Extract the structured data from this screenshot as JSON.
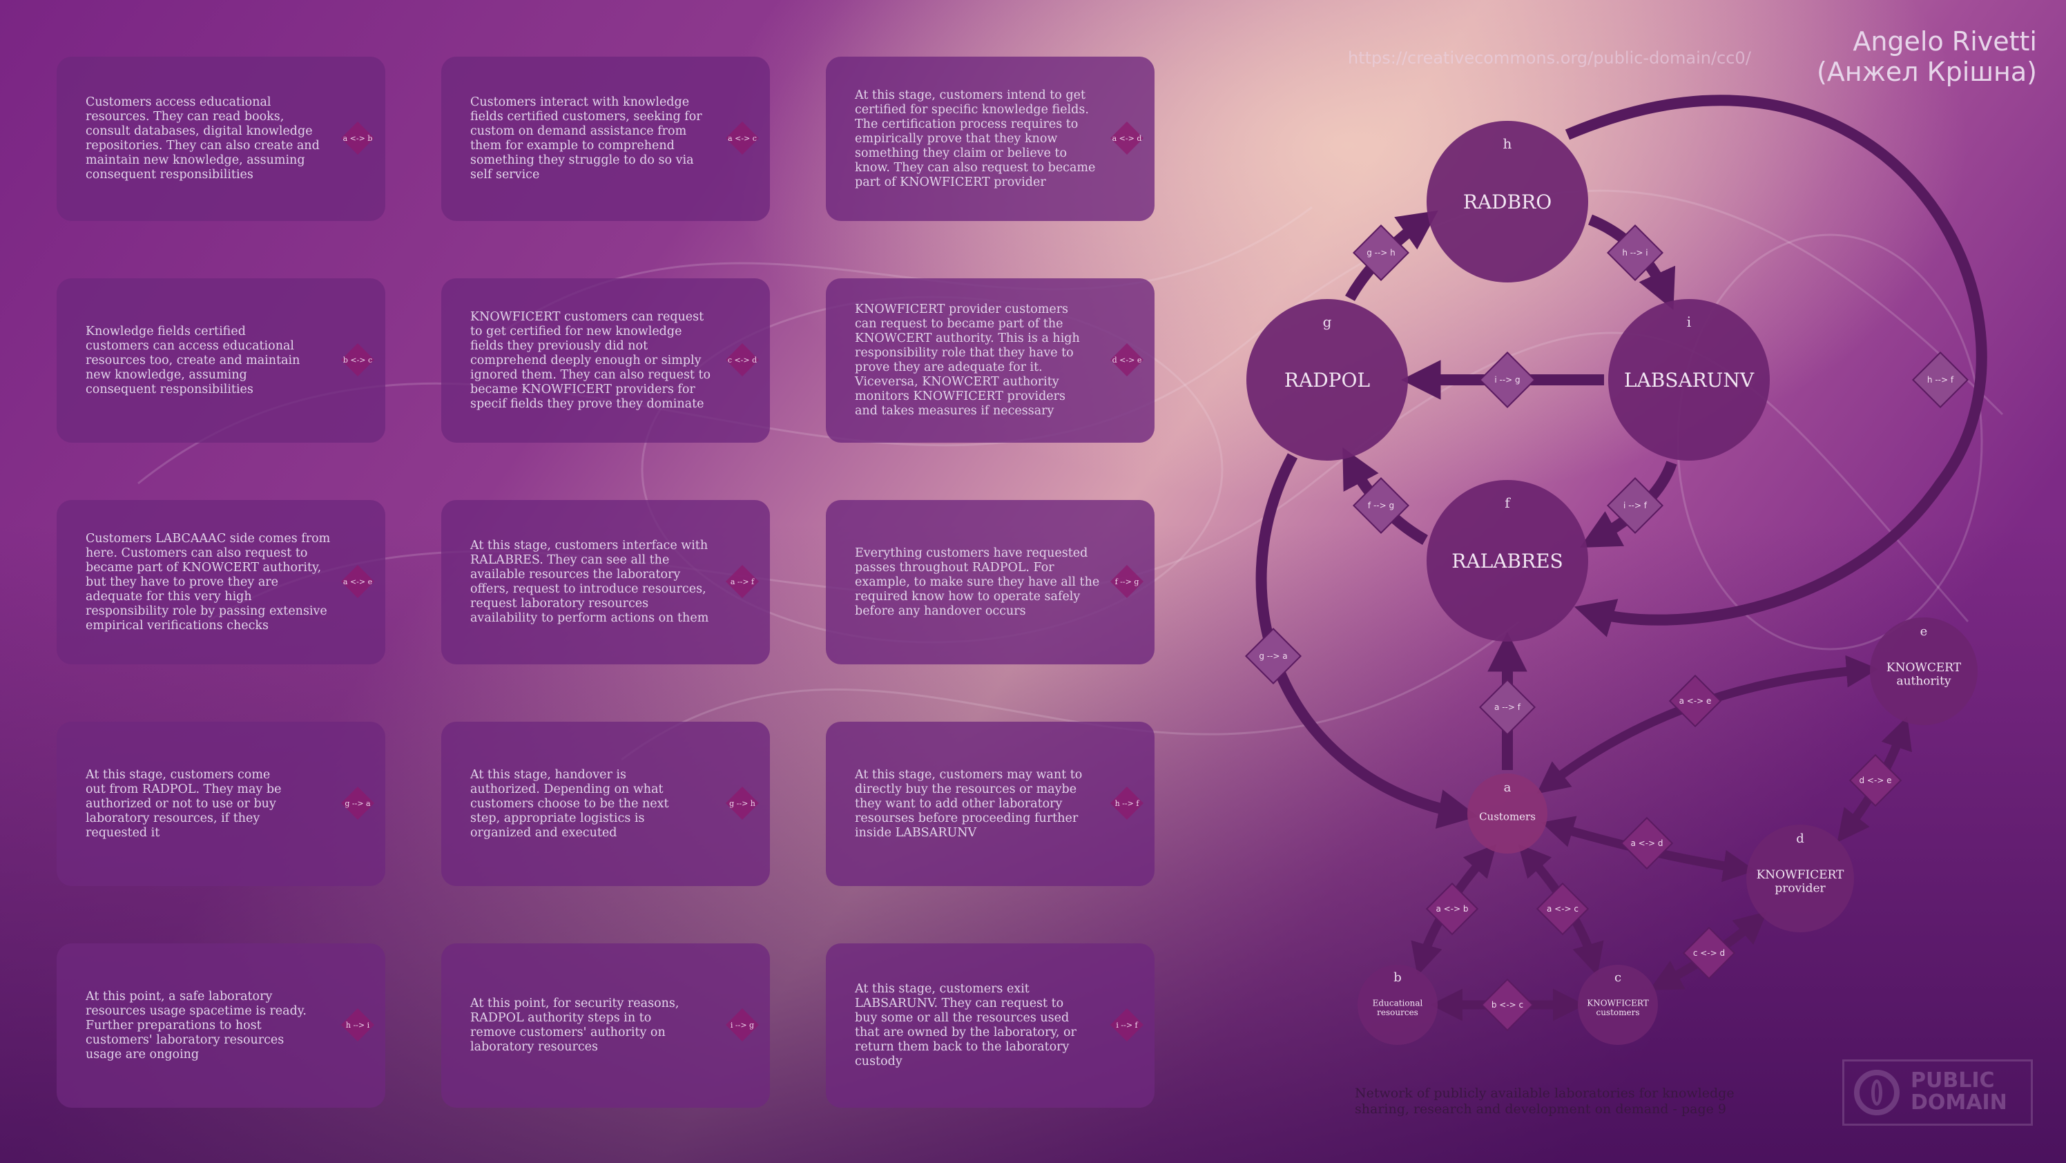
{
  "author": {
    "name": "Angelo Rivetti",
    "alt_name": "(Анжел Крішна)"
  },
  "license_url": "https://creativecommons.org/public-domain/cc0/",
  "caption": "Network of publicly available laboratories for knowledge sharing, research and development on demand - page 9",
  "logo": {
    "line1": "PUBLIC",
    "line2": "DOMAIN"
  },
  "colors": {
    "card": "#6e287d",
    "node": "#6d2570",
    "arrow": "#5a1a60",
    "diamond": "#8a3a88"
  },
  "cards": [
    {
      "text": "Customers access educational\nresources. They can read books,\nconsult databases, digital knowledge\nrepositories. They can also create and\nmaintain new knowledge, assuming\nconsequent responsibilities",
      "code": "a <-> b"
    },
    {
      "text": "Customers interact with knowledge\nfields certified customers, seeking for\ncustom on demand assistance from\nthem for example to comprehend\nsomething they struggle to do so via\nself service",
      "code": "a <-> c"
    },
    {
      "text": "At this stage, customers intend to get\ncertified for specific knowledge fields.\nThe certification process requires to\nempirically prove that they know\nsomething they claim or believe to\nknow. They can also request to became\npart of KNOWFICERT provider",
      "code": "a <-> d"
    },
    {
      "text": "Knowledge fields certified\ncustomers can access educational\nresources too, create and maintain\nnew knowledge, assuming\nconsequent responsibilities",
      "code": "b <-> c"
    },
    {
      "text": "KNOWFICERT customers can request\nto get certified for new knowledge\nfields they previously did not\ncomprehend deeply enough or simply\nignored them. They can also request to\nbecame KNOWFICERT providers for\nspecif fields they prove they dominate",
      "code": "c <-> d"
    },
    {
      "text": "KNOWFICERT provider customers\ncan request to became part of the\nKNOWCERT authority. This is a high\nresponsibility role that they have to\nprove they are adequate for it.\nViceversa, KNOWCERT authority\nmonitors KNOWFICERT providers\nand takes measures if necessary",
      "code": "d <-> e"
    },
    {
      "text": "Customers LABCAAAC side comes from\nhere. Customers can also request to\nbecame part of KNOWCERT authority,\nbut they have to prove they are\nadequate for this very high\nresponsibility role by passing extensive\nempirical verifications checks",
      "code": "a <-> e"
    },
    {
      "text": "At this stage, customers interface with\nRALABRES. They can see all the\navailable resources the laboratory\noffers, request to introduce resources,\nrequest laboratory resources\navailability to perform actions on them",
      "code": "a --> f"
    },
    {
      "text": "Everything customers have requested\npasses throughout RADPOL. For\nexample, to make sure they have all the\nrequired know how to operate safely\nbefore any handover occurs",
      "code": "f --> g"
    },
    {
      "text": "At this stage, customers come\nout from RADPOL. They may be\nauthorized or not to use or buy\nlaboratory resources, if they\nrequested it",
      "code": "g --> a"
    },
    {
      "text": "At this stage, handover is\nauthorized. Depending on what\ncustomers choose to be the next\nstep, appropriate logistics is\norganized and executed",
      "code": "g --> h"
    },
    {
      "text": "At this stage, customers may want to\ndirectly buy the resources or maybe\nthey want to add other laboratory\nresourses before proceeding further\ninside LABSARUNV",
      "code": "h --> f"
    },
    {
      "text": "At this point, a safe laboratory\nresources usage spacetime is ready.\nFurther preparations to host\ncustomers' laboratory resources\nusage are ongoing",
      "code": "h --> i"
    },
    {
      "text": "At this point, for security reasons,\nRADPOL authority steps in to\nremove customers' authority on\nlaboratory resources",
      "code": "i --> g"
    },
    {
      "text": "At this stage, customers exit\nLABSARUNV. They can request to\nbuy some or all the resources used\nthat are owned by the laboratory, or\nreturn them back to the laboratory\ncustody",
      "code": "i --> f"
    }
  ],
  "nodes": [
    {
      "id": "h",
      "letter": "h",
      "label": "RADBRO"
    },
    {
      "id": "g",
      "letter": "g",
      "label": "RADPOL"
    },
    {
      "id": "i",
      "letter": "i",
      "label": "LABSARUNV"
    },
    {
      "id": "f",
      "letter": "f",
      "label": "RALABRES"
    },
    {
      "id": "e",
      "letter": "e",
      "label": "KNOWCERT\nauthority"
    },
    {
      "id": "a",
      "letter": "a",
      "label": "Customers"
    },
    {
      "id": "d",
      "letter": "d",
      "label": "KNOWFICERT\nprovider"
    },
    {
      "id": "b",
      "letter": "b",
      "label": "Educational\nresources"
    },
    {
      "id": "c",
      "letter": "c",
      "label": "KNOWFICERT\ncustomers"
    }
  ],
  "edges": [
    {
      "code": "g --> h"
    },
    {
      "code": "h --> i"
    },
    {
      "code": "i --> g"
    },
    {
      "code": "i --> f"
    },
    {
      "code": "f --> g"
    },
    {
      "code": "h --> f"
    },
    {
      "code": "g --> a"
    },
    {
      "code": "a --> f"
    },
    {
      "code": "a <-> e"
    },
    {
      "code": "d <-> e"
    },
    {
      "code": "a <-> d"
    },
    {
      "code": "a <-> b"
    },
    {
      "code": "a <-> c"
    },
    {
      "code": "b <-> c"
    },
    {
      "code": "c <-> d"
    }
  ]
}
